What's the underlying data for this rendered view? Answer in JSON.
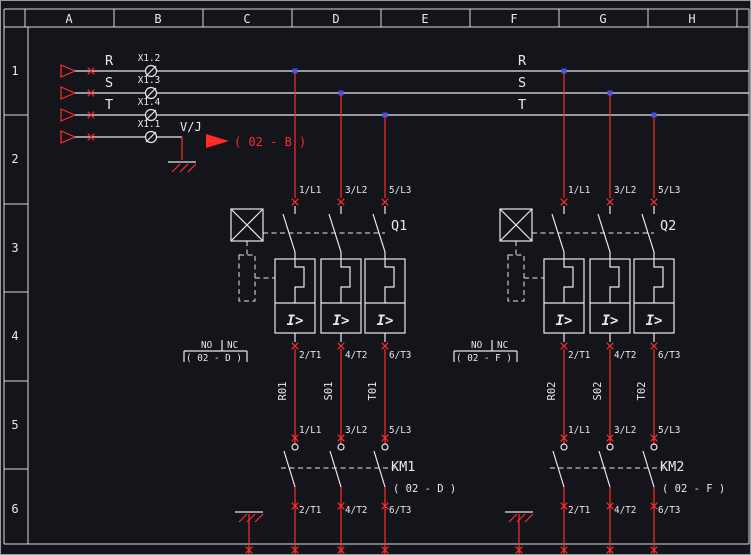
{
  "frame": {
    "columns": [
      "A",
      "B",
      "C",
      "D",
      "E",
      "F",
      "G",
      "H"
    ],
    "rows": [
      "1",
      "2",
      "3",
      "4",
      "5",
      "6"
    ]
  },
  "supply": {
    "phase_labels_left": [
      "R",
      "S",
      "T"
    ],
    "phase_labels_right": [
      "R",
      "S",
      "T"
    ],
    "neutral_label": "V/J",
    "neutral_ref": "( 02 - B )",
    "terminal_labels": [
      "X1.2",
      "X1.3",
      "X1.4",
      "X1.1"
    ]
  },
  "breakers": [
    {
      "name": "Q1",
      "pins_top": [
        "1/L1",
        "3/L2",
        "5/L3"
      ],
      "pins_bottom": [
        "2/T1",
        "4/T2",
        "6/T3"
      ],
      "aux_no": "NO",
      "aux_nc": "NC",
      "aux_ref": "( 02 - D )",
      "overload_symbol": "I>",
      "wire_labels": [
        "R01",
        "S01",
        "T01"
      ]
    },
    {
      "name": "Q2",
      "pins_top": [
        "1/L1",
        "3/L2",
        "5/L3"
      ],
      "pins_bottom": [
        "2/T1",
        "4/T2",
        "6/T3"
      ],
      "aux_no": "NO",
      "aux_nc": "NC",
      "aux_ref": "( 02 - F )",
      "overload_symbol": "I>",
      "wire_labels": [
        "R02",
        "S02",
        "T02"
      ]
    }
  ],
  "contactors": [
    {
      "name": "KM1",
      "ref": "( 02 - D )",
      "pins_top": [
        "1/L1",
        "3/L2",
        "5/L3"
      ],
      "pins_bottom": [
        "2/T1",
        "4/T2",
        "6/T3"
      ]
    },
    {
      "name": "KM2",
      "ref": "( 02 - F )",
      "pins_top": [
        "1/L1",
        "3/L2",
        "5/L3"
      ],
      "pins_bottom": [
        "2/T1",
        "4/T2",
        "6/T3"
      ]
    }
  ],
  "colors": {
    "background": "#14141b",
    "line": "#e8e8ee",
    "wire": "#ff2b2b",
    "junction": "#2d55ff",
    "reference_text": "#ff2b2b"
  }
}
